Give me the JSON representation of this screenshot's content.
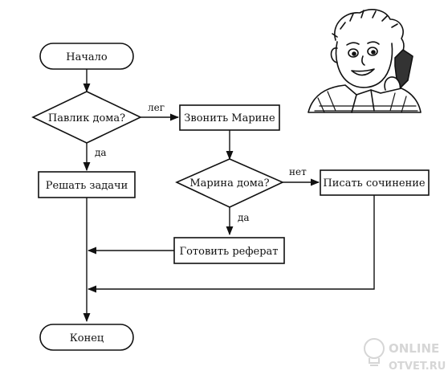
{
  "flowchart": {
    "start": "Начало",
    "end": "Конец",
    "decision_1": "Павлик дома?",
    "decision_1_no": "лег",
    "decision_1_yes": "да",
    "action_solve": "Решать задачи",
    "action_call": "Звонить Марине",
    "decision_2": "Марина дома?",
    "decision_2_no": "нет",
    "decision_2_yes": "да",
    "action_essay": "Писать сочинение",
    "action_report": "Готовить реферат"
  },
  "watermark": {
    "line1": "ONLINE",
    "line2": "OTVET.RU"
  },
  "colors": {
    "ink": "#111111",
    "watermark": "#d6d6d6"
  }
}
